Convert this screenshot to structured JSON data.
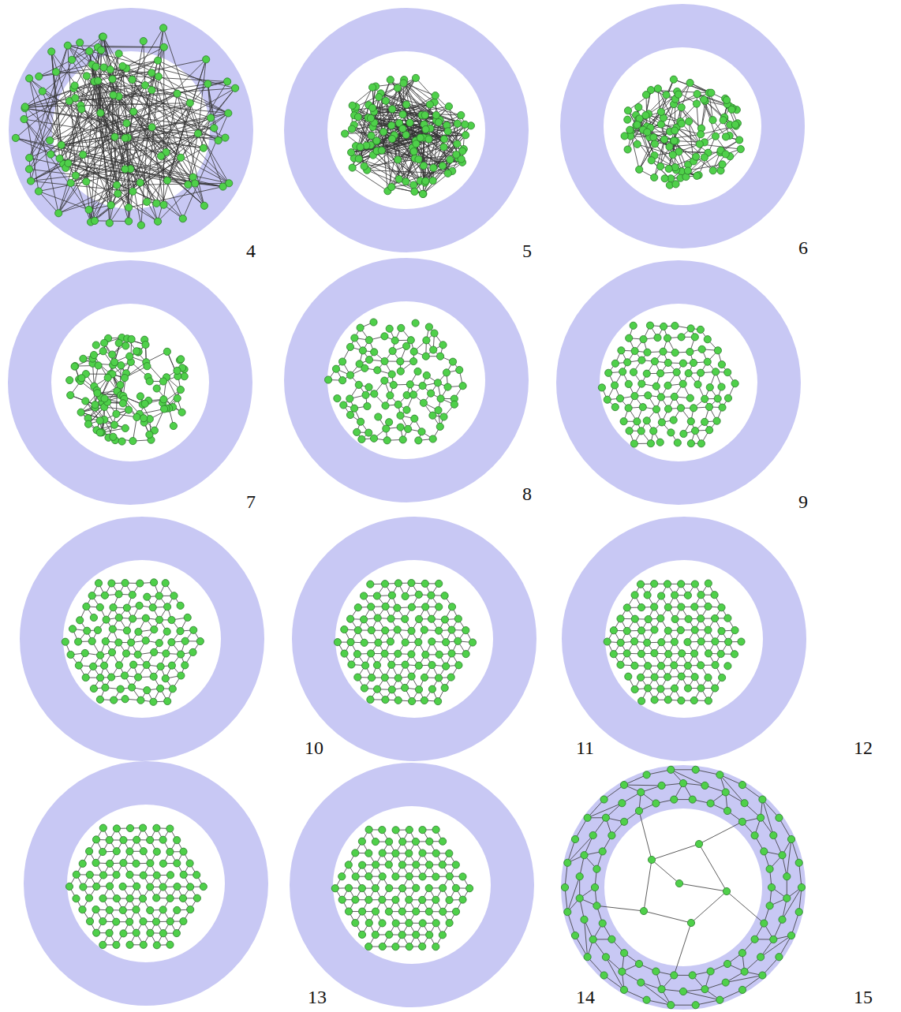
{
  "diagram": {
    "labels": [
      "4",
      "5",
      "6",
      "7",
      "8",
      "9",
      "10",
      "11",
      "12",
      "13",
      "14",
      "15"
    ]
  }
}
